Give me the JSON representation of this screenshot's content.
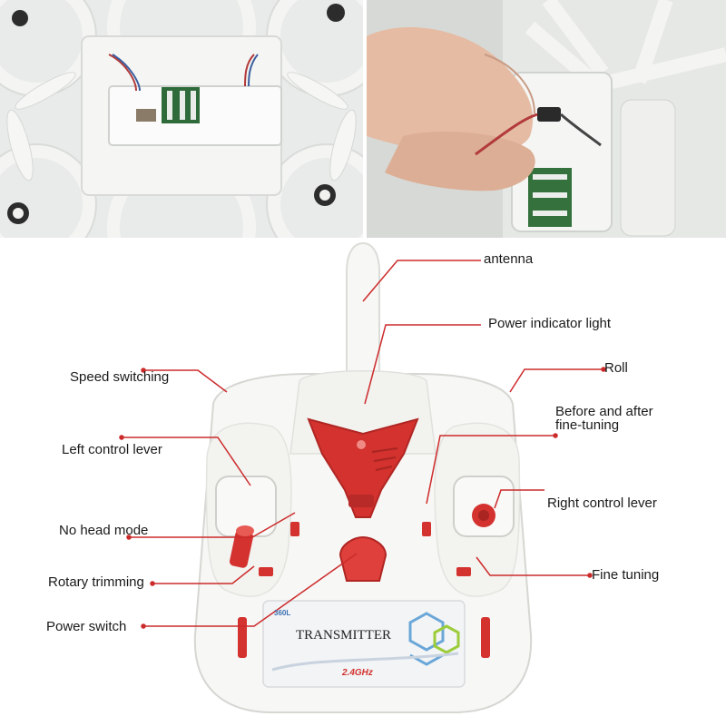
{
  "colors": {
    "callout_line": "#cc2b2b",
    "body_white": "#f7f7f5",
    "body_shadow": "#dcdcd8",
    "accent_red": "#d3322f",
    "text": "#1a1a1a"
  },
  "panel": {
    "brand": "360L",
    "title": "TRANSMITTER",
    "band": "2.4GHz"
  },
  "labels": {
    "antenna": "antenna",
    "power_indicator_light": "Power indicator light",
    "speed_switching": "Speed switching",
    "roll": "Roll",
    "before_after_line1": "Before and after",
    "before_after_line2": "fine-tuning",
    "left_control_lever": "Left control lever",
    "right_control_lever": "Right control lever",
    "no_head_mode": "No head mode",
    "rotary_trimming": "Rotary trimming",
    "fine_tuning": "Fine tuning",
    "power_switch": "Power switch"
  }
}
